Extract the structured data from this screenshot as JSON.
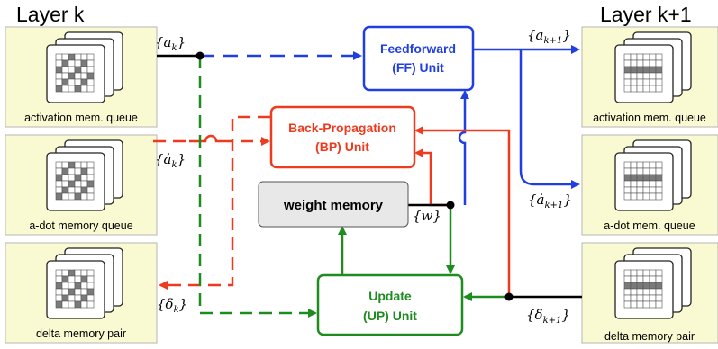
{
  "layers": {
    "left_title": "Layer k",
    "right_title": "Layer k+1"
  },
  "queues": {
    "left": [
      {
        "label": "activation mem. queue",
        "pattern": "sparse"
      },
      {
        "label": "a-dot memory queue",
        "pattern": "sparse"
      },
      {
        "label": "delta memory pair",
        "pattern": "sparse"
      }
    ],
    "right": [
      {
        "label": "activation mem. queue",
        "pattern": "row"
      },
      {
        "label": "a-dot mem. queue",
        "pattern": "row"
      },
      {
        "label": "delta memory pair",
        "pattern": "row"
      }
    ]
  },
  "units": {
    "ff": {
      "line1": "Feedforward",
      "line2": "(FF) Unit",
      "color": "#1f3fe0"
    },
    "bp": {
      "line1": "Back-Propagation",
      "line2": "(BP) Unit",
      "color": "#ee3a1e"
    },
    "up": {
      "line1": "Update",
      "line2": "(UP) Unit",
      "color": "#1e8c1e"
    }
  },
  "weight_memory": {
    "label": "weight memory"
  },
  "variables": {
    "a_k": {
      "open": "{",
      "base": "a",
      "sub": "k",
      "close": "}"
    },
    "adot_k": {
      "open": "{",
      "base": "ȧ",
      "sub": "k",
      "close": "}"
    },
    "delta_k": {
      "open": "{",
      "base": "δ",
      "sub": "k",
      "close": "}"
    },
    "w": {
      "open": "{",
      "base": "w",
      "sub": "",
      "close": "}"
    },
    "a_k1": {
      "open": "{",
      "base": "a",
      "sub": "k+1",
      "close": "}"
    },
    "adot_k1": {
      "open": "{",
      "base": "ȧ",
      "sub": "k+1",
      "close": "}"
    },
    "delta_k1": {
      "open": "{",
      "base": "δ",
      "sub": "k+1",
      "close": "}"
    }
  },
  "colors": {
    "queue_fill": "#fafad2",
    "queue_stroke": "#b5b5b5",
    "cell_dark": "#7a7a7a",
    "wm_fill": "#e8e8e8"
  }
}
